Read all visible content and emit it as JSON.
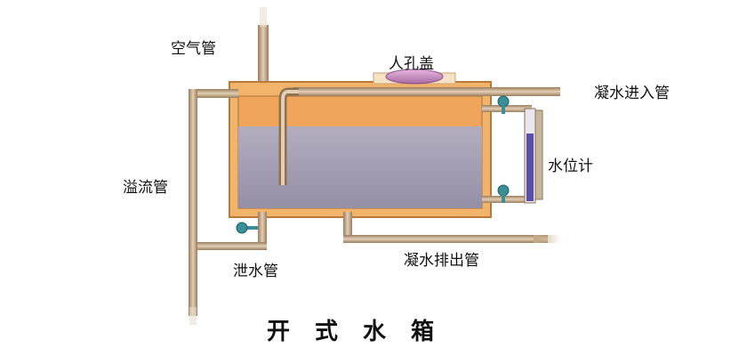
{
  "labels": {
    "air_pipe": "空气管",
    "manhole_cover": "人孔盖",
    "condensate_inlet_pipe": "凝水进入管",
    "water_level_gauge": "水位计",
    "overflow_pipe": "溢流管",
    "drain_pipe": "泄水管",
    "condensate_outlet_pipe": "凝水排出管"
  },
  "title": "开式水箱",
  "colors": {
    "tank_wall": "#f2b36a",
    "tank_outline": "#b87a3a",
    "water": "#a8a2b6",
    "pipe": "#c4a987",
    "pipe_edge": "#8e7153",
    "manhole": "#c98fc4",
    "valve": "#3a8f96",
    "gauge_liquid": "#5a4fa8"
  }
}
